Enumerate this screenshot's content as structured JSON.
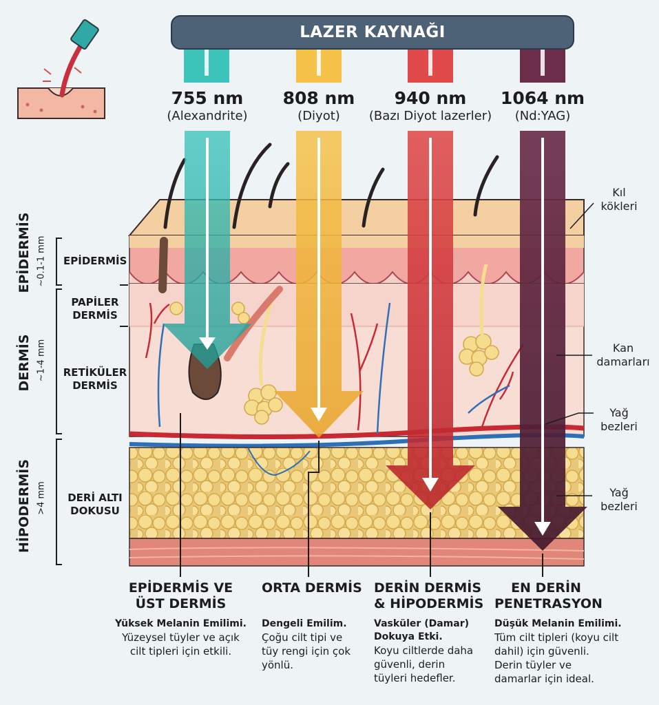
{
  "banner": {
    "title": "LAZER KAYNAĞI"
  },
  "lasers": [
    {
      "wavelength": "755 nm",
      "type": "(Alexandrite)",
      "color": "#2cb5ad"
    },
    {
      "wavelength": "808 nm",
      "type": "(Diyot)",
      "color": "#f0b534"
    },
    {
      "wavelength": "940 nm",
      "type": "(Bazı Diyot lazerler)",
      "color": "#d8393c"
    },
    {
      "wavelength": "1064 nm",
      "type": "(Nd:YAG)",
      "color": "#5c2540"
    }
  ],
  "layers_left": {
    "epidermis_group": {
      "title": "EPİDERMİS",
      "thickness": "~0.1-1 mm"
    },
    "dermis_group": {
      "title": "DERMİS",
      "thickness": "~1-4 mm"
    },
    "hypodermis_group": {
      "title": "HİPODERMİS",
      "thickness": ">4 mm"
    },
    "epidermis": "EPİDERMİS",
    "papillary_1": "PAPİLER",
    "papillary_2": "DERMİS",
    "reticular_1": "RETİKÜLER",
    "reticular_2": "DERMİS",
    "subcutis_1": "DERİ ALTI",
    "subcutis_2": "DOKUSU"
  },
  "labels_right": {
    "hair_roots_1": "Kıl",
    "hair_roots_2": "kökleri",
    "blood_vessels_1": "Kan",
    "blood_vessels_2": "damarları",
    "sebaceous_1": "Yağ",
    "sebaceous_2": "bezleri",
    "fat_1": "Yağ",
    "fat_2": "bezleri"
  },
  "columns": [
    {
      "title_1": "EPİDERMİS VE",
      "title_2": "ÜST DERMİS",
      "bold": "Yüksek Melanin Emilimi.",
      "text_1": "Yüzeysel tüyler ve açık",
      "text_2": "cilt tipleri için etkili."
    },
    {
      "title_1": "ORTA DERMİS",
      "bold": "Dengeli Emilim.",
      "text_1": "Çoğu cilt tipi ve",
      "text_2": "tüy rengi için çok",
      "text_3": "yönlü."
    },
    {
      "title_1": "DERİN DERMİS",
      "title_2": "& HİPODERMİS",
      "bold_1": "Vasküler (Damar)",
      "bold_2": "Dokuya Etki.",
      "text_1": "Koyu ciltlerde daha",
      "text_2": "güvenli, derin",
      "text_3": "tüyleri hedefler."
    },
    {
      "title_1": "EN DERİN",
      "title_2": "PENETRASYON",
      "bold": "Düşük Melanin Emilimi.",
      "text_1": "Tüm cilt tipleri (koyu cilt",
      "text_2": "dahil) için güvenli.",
      "text_3": "Derin tüyler ve",
      "text_4": "damarlar için ideal."
    }
  ]
}
